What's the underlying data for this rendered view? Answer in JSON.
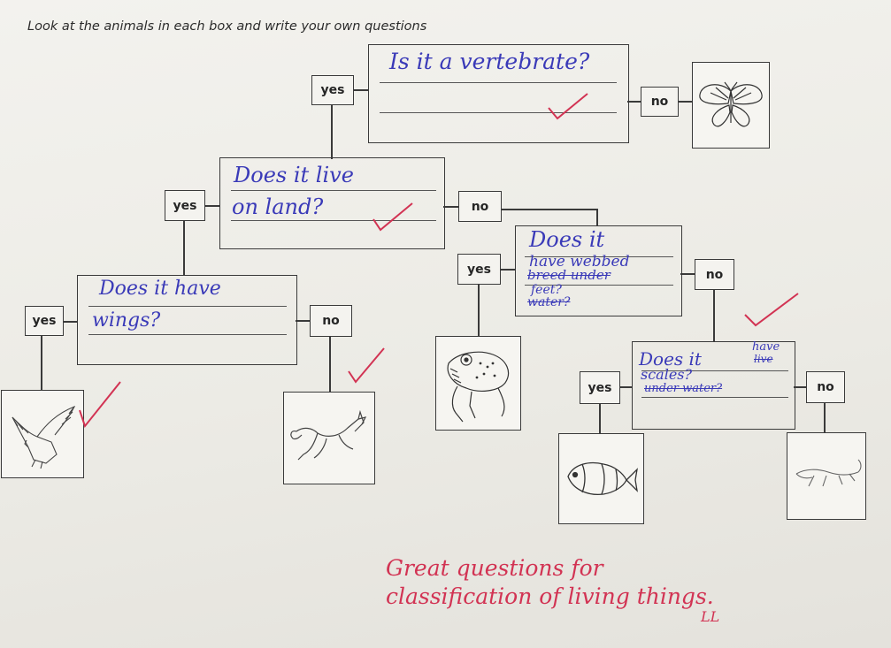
{
  "worksheet": {
    "instruction": "Look at the animals in each box and write your own questions"
  },
  "labels": {
    "yes": "yes",
    "no": "no"
  },
  "questions": {
    "q1": {
      "line1": "Is   it   a   vertebrate?"
    },
    "q2": {
      "line1": "Does   it   live",
      "line2": "on   land?"
    },
    "q3": {
      "line1": "Does   it   have",
      "line2": "wings?"
    },
    "q4": {
      "line1": "Does   it",
      "line2_new": "have   webbed",
      "line2_old": "breed   under",
      "line3_new": "feet?",
      "line3_old": "water?"
    },
    "q5": {
      "line1": "Does   it",
      "line1_new": "have",
      "line1_old": "live",
      "line2_new": "scales?",
      "line2_old": "under   water?"
    }
  },
  "teacher_comment": {
    "line1": "Great questions for",
    "line2": "classification of living things.",
    "initials": "LL"
  },
  "animals": [
    "butterfly-icon",
    "eagle-icon",
    "fox-icon",
    "frog-icon",
    "clownfish-icon",
    "lizard-icon"
  ],
  "colors": {
    "pen_blue": "#3a3ab8",
    "teacher_red": "#d23353",
    "print": "#3a3a3a"
  }
}
